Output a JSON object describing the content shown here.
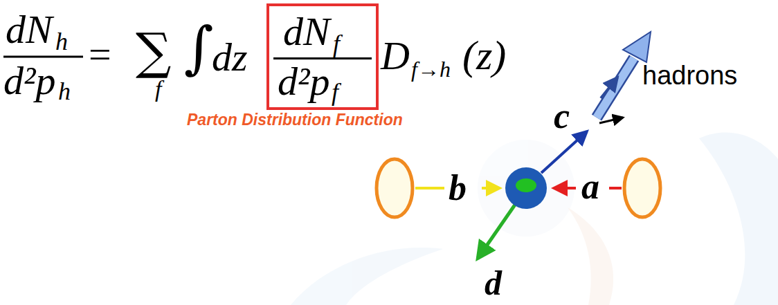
{
  "diagram": {
    "nodes": [
      {
        "text": [
          "dN",
          "f",
          "d²p",
          "f"
        ]
      }
    ],
    "labels": [
      "dN",
      "h",
      "d²p",
      "h",
      "=",
      "∑",
      "f",
      "∫",
      "dz",
      "D",
      "f→h",
      "(z)",
      "Parton Distribution Function",
      "hadrons",
      "b",
      "a",
      "c",
      "d"
    ]
  }
}
